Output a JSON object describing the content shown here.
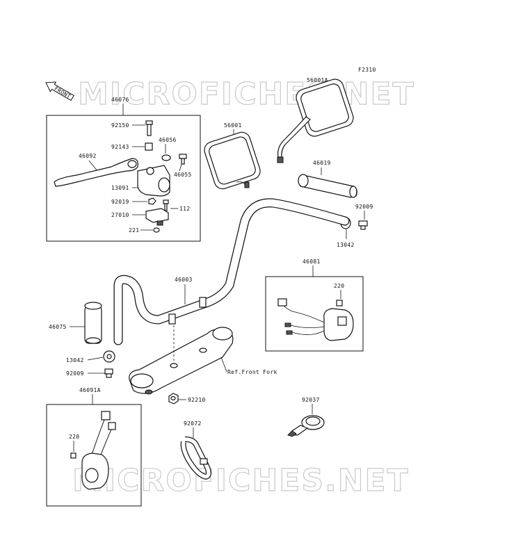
{
  "figure_code": "F2310",
  "watermark": "MICROFICHES.NET",
  "front_arrow_label": "FRONT",
  "reference_note": "Ref.Front Fork",
  "part_numbers": {
    "p46076": "46076",
    "p92150": "92150",
    "p92143": "92143",
    "p46056": "46056",
    "p46092": "46092",
    "p46055": "46055",
    "p13091": "13091",
    "p92019": "92019",
    "p112": "112",
    "p27010": "27010",
    "p221": "221",
    "p56001": "56001",
    "p56001A": "56001A",
    "p46019": "46019",
    "p92009a": "92009",
    "p13042a": "13042",
    "p46081": "46081",
    "p220a": "220",
    "p46003": "46003",
    "p46075": "46075",
    "p13042b": "13042",
    "p92009b": "92009",
    "p46091A": "46091A",
    "p220b": "220",
    "p92210": "92210",
    "p92072": "92072",
    "p92037": "92037"
  }
}
